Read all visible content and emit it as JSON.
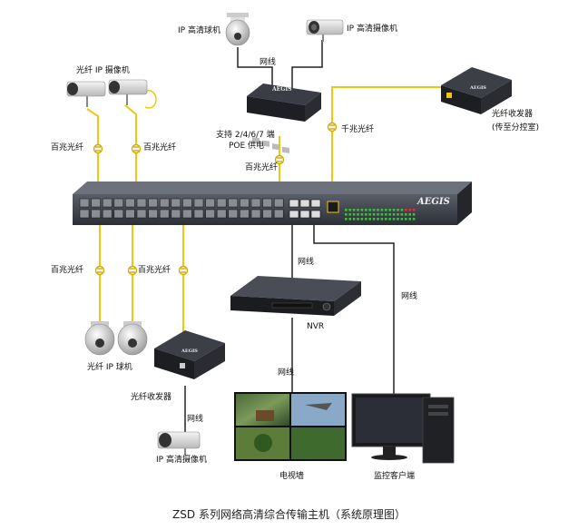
{
  "title": "ZSD 系列网络高清综合传输主机（系统原理图）",
  "main_switch": {
    "brand": "AEGIS"
  },
  "poe_switch": {
    "label_line1": "支持 2/4/6/7 端",
    "label_line2": "POE 供电"
  },
  "devices": {
    "ip_dome_top": "IP 高清球机",
    "ip_bullet_top": "IP 高清摄像机",
    "fiber_ip_camera": "光纤 IP 摄像机",
    "fiber_transceiver_right": "光纤收发器",
    "fiber_transceiver_right_note": "(传至分控室)",
    "fiber_ip_dome": "光纤 IP 球机",
    "fiber_transceiver_bottom": "光纤收发器",
    "ip_bullet_bottom": "IP 高清摄像机",
    "nvr": "NVR",
    "video_wall": "电视墙",
    "monitor_client": "监控客户端"
  },
  "links": {
    "net_top": "网线",
    "fiber_100_a": "百兆光纤",
    "fiber_100_b": "百兆光纤",
    "fiber_100_poe": "百兆光纤",
    "fiber_1000": "千兆光纤",
    "fiber_100_c": "百兆光纤",
    "fiber_100_d": "百兆光纤",
    "net_nvr": "网线",
    "net_client": "网线",
    "net_wall": "网线",
    "net_bottom": "网线"
  },
  "colors": {
    "fiber": "#f2c511",
    "cable": "#222222",
    "switch_body": "#3a3d45",
    "accent_led": "#3fbf3f"
  }
}
